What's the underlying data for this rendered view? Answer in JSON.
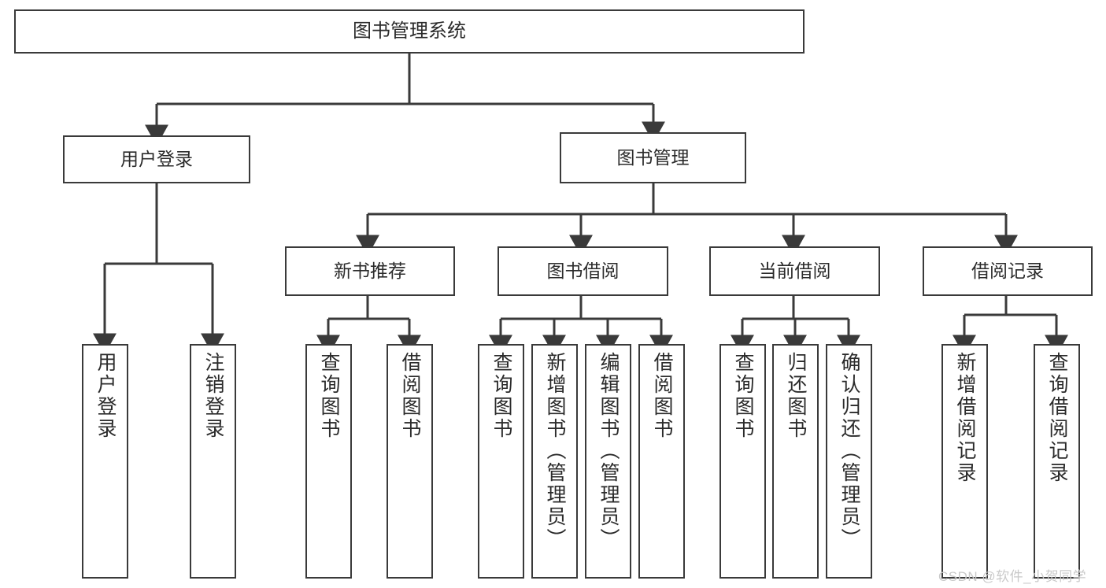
{
  "diagram": {
    "title": "图书管理系统",
    "type": "tree-hierarchy-diagram",
    "colors": {
      "box_border": "#3a3a3a",
      "box_fill": "#ffffff",
      "edge": "#3a3a3a",
      "text": "#2b2b2b",
      "watermark": "#c9c9c9",
      "background": "#ffffff"
    },
    "nodes": {
      "root": {
        "label": "图书管理系统"
      },
      "level1": [
        {
          "label": "用户登录"
        },
        {
          "label": "图书管理"
        }
      ],
      "level2": [
        {
          "label": "新书推荐"
        },
        {
          "label": "图书借阅"
        },
        {
          "label": "当前借阅"
        },
        {
          "label": "借阅记录"
        }
      ],
      "leaves": {
        "user_login": [
          {
            "label": "用户登录"
          },
          {
            "label": "注销登录"
          }
        ],
        "new_book": [
          {
            "label": "查询图书"
          },
          {
            "label": "借阅图书"
          }
        ],
        "book_borrow": [
          {
            "label": "查询图书"
          },
          {
            "label": "新增图书（管理员）"
          },
          {
            "label": "编辑图书（管理员）"
          },
          {
            "label": "借阅图书"
          }
        ],
        "current_borrow": [
          {
            "label": "查询图书"
          },
          {
            "label": "归还图书"
          },
          {
            "label": "确认归还（管理员）"
          }
        ],
        "borrow_record": [
          {
            "label": "新增借阅记录"
          },
          {
            "label": "查询借阅记录"
          }
        ]
      }
    },
    "watermark": "CSDN @软件_小贺同学"
  }
}
